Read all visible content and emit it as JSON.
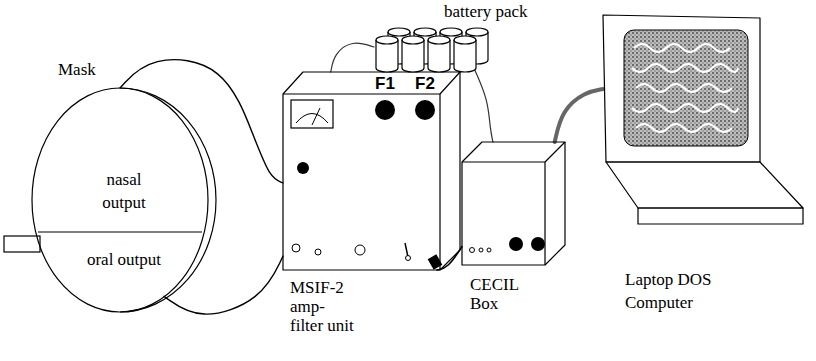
{
  "diagram": {
    "nodes": [
      {
        "text": [
          "Mask",
          "nasal output",
          "oral output"
        ]
      },
      {
        "text": [
          "F1",
          "F2",
          "MSIF-2 amp-filter unit"
        ]
      },
      {
        "text": [
          "CECIL Box"
        ]
      },
      {
        "text": [
          "Laptop DOS Computer"
        ]
      },
      {
        "text": [
          "battery pack"
        ]
      }
    ],
    "edges": [
      {
        "from": 0,
        "to": 1,
        "arrow": "none"
      },
      {
        "from": 0,
        "to": 1,
        "arrow": "none"
      },
      {
        "from": 4,
        "to": 1,
        "arrow": "none"
      },
      {
        "from": 4,
        "to": 2,
        "arrow": "none"
      },
      {
        "from": 1,
        "to": 2,
        "arrow": "none"
      },
      {
        "from": 2,
        "to": 3,
        "arrow": "none"
      }
    ]
  }
}
